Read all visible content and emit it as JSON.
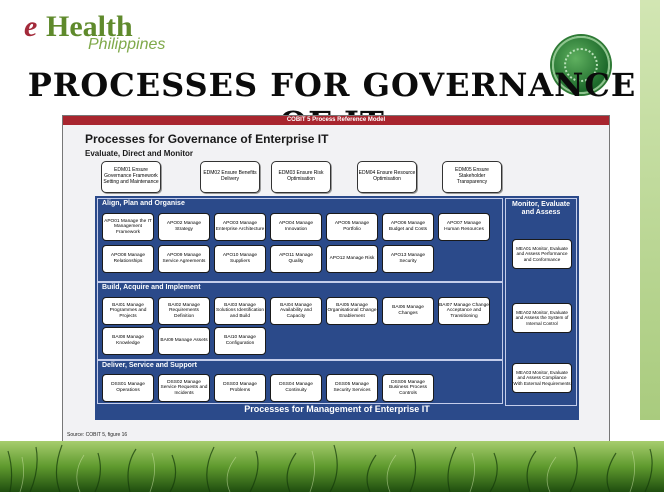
{
  "logo": {
    "e": "e",
    "main": "Health",
    "sub": "Philippines"
  },
  "slide_title": "PROCESSES FOR GOVERNANCE OF IT",
  "ref_model": {
    "banner": "COBIT 5 Process Reference Model",
    "heading": "Processes for Governance of Enterprise IT",
    "edm_label": "Evaluate, Direct and Monitor",
    "edm": [
      "EDM01 Ensure Governance Framework Setting and Maintenance",
      "EDM02 Ensure Benefits Delivery",
      "EDM03 Ensure Risk Optimisation",
      "EDM04 Ensure Resource Optimisation",
      "EDM05 Ensure Stakeholder Transparency"
    ],
    "apo_label": "Align, Plan and Organise",
    "apo": [
      "APO01 Manage the IT Management Framework",
      "APO02 Manage Strategy",
      "APO03 Manage Enterprise Architecture",
      "APO04 Manage Innovation",
      "APO05 Manage Portfolio",
      "APO06 Manage Budget and Costs",
      "APO07 Manage Human Resources",
      "APO08 Manage Relationships",
      "APO09 Manage Service Agreements",
      "APO10 Manage Suppliers",
      "APO11 Manage Quality",
      "APO12 Manage Risk",
      "APO13 Manage Security"
    ],
    "bai_label": "Build, Acquire and Implement",
    "bai": [
      "BAI01 Manage Programmes and Projects",
      "BAI02 Manage Requirements Definition",
      "BAI03 Manage Solutions Identification and Build",
      "BAI04 Manage Availability and Capacity",
      "BAI05 Manage Organisational Change Enablement",
      "BAI06 Manage Changes",
      "BAI07 Manage Change Acceptance and Transitioning",
      "BAI08 Manage Knowledge",
      "BAI09 Manage Assets",
      "BAI10 Manage Configuration"
    ],
    "dss_label": "Deliver, Service and Support",
    "dss": [
      "DSS01 Manage Operations",
      "DSS02 Manage Service Requests and Incidents",
      "DSS03 Manage Problems",
      "DSS04 Manage Continuity",
      "DSS05 Manage Security Services",
      "DSS06 Manage Business Process Controls"
    ],
    "mea_label": "Monitor, Evaluate and Assess",
    "mea": [
      "MEA01 Monitor, Evaluate and Assess Performance and Conformance",
      "MEA02 Monitor, Evaluate and Assess the System of Internal Control",
      "MEA03 Monitor, Evaluate and Assess Compliance With External Requirements"
    ],
    "mgmt_caption": "Processes for Management of Enterprise IT",
    "source": "Source: COBIT 5, figure 16"
  }
}
